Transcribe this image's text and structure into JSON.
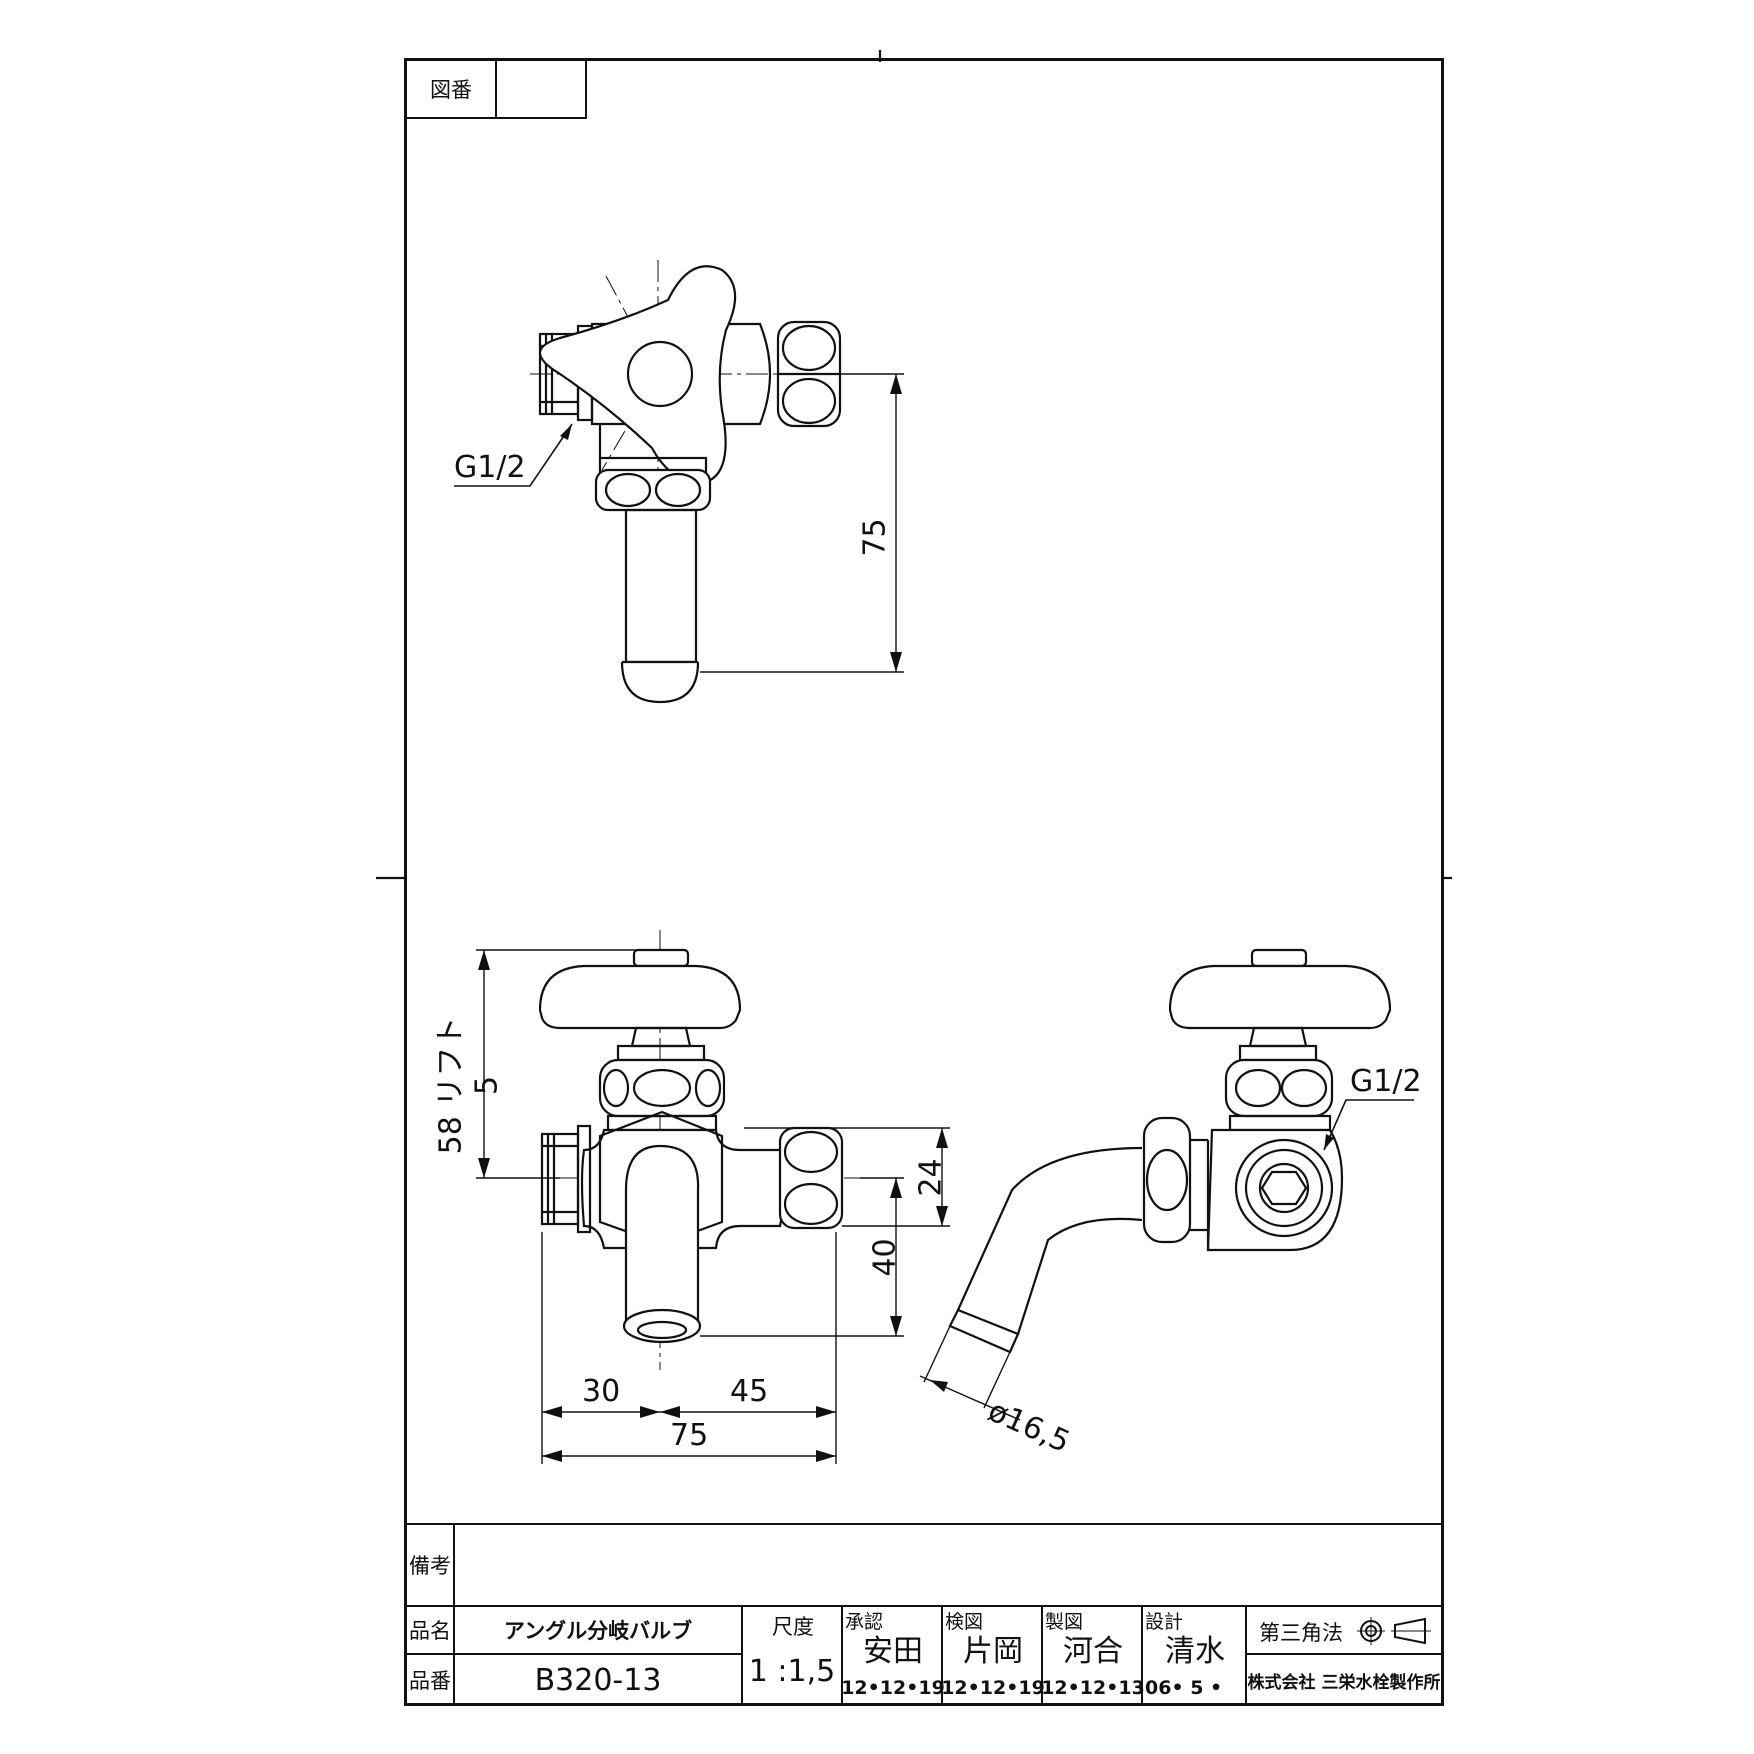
{
  "title_block": {
    "drawing_number_label": "図番",
    "drawing_number_value": "",
    "remarks_label": "備考",
    "remarks_value": "",
    "product_name_label": "品名",
    "product_name": "アングル分岐バルブ",
    "product_number_label": "品番",
    "product_number": "B320-13",
    "scale_label": "尺度",
    "scale": "1 :1,5",
    "approvals": [
      {
        "label": "承認",
        "name": "安田",
        "date": "12•12•19"
      },
      {
        "label": "検図",
        "name": "片岡",
        "date": "12•12•19"
      },
      {
        "label": "製図",
        "name": "河合",
        "date": "12•12•13"
      },
      {
        "label": "設計",
        "name": "清水",
        "date": "06• 5 •"
      }
    ],
    "projection_label": "第三角法",
    "company": "株式会社 三栄水栓製作所"
  },
  "dimensions": {
    "top_thread": "G1/2",
    "top_height": "75",
    "front_height": "58 リフト5",
    "front_right_upper": "24",
    "front_right_lower": "40",
    "front_width_left": "30",
    "front_width_right": "45",
    "front_width_total": "75",
    "side_thread": "G1/2",
    "side_diameter": "ø16,5"
  },
  "colors": {
    "line": "#111111",
    "background": "#ffffff"
  }
}
